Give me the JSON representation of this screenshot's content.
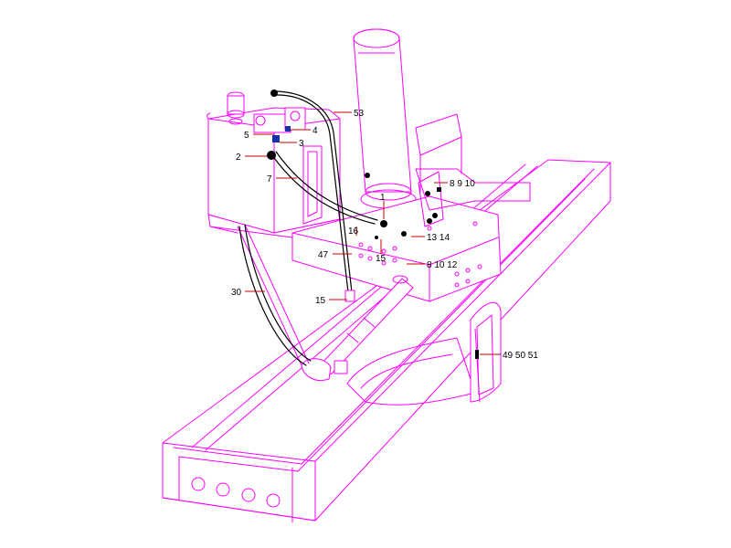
{
  "diagram": {
    "title": "",
    "colors": {
      "frame": "#ff00ff",
      "hose": "#000000",
      "leader": "#cc0000",
      "fitting_blue": "#1a2ea8"
    },
    "callouts": [
      {
        "id": "c53",
        "text": "53"
      },
      {
        "id": "c4",
        "text": "4"
      },
      {
        "id": "c5",
        "text": "5"
      },
      {
        "id": "c3",
        "text": "3"
      },
      {
        "id": "c2",
        "text": "2"
      },
      {
        "id": "c7",
        "text": "7"
      },
      {
        "id": "c8910",
        "text": "8 9 10"
      },
      {
        "id": "c1",
        "text": "1"
      },
      {
        "id": "c16",
        "text": "16"
      },
      {
        "id": "c1314",
        "text": "13 14"
      },
      {
        "id": "c47",
        "text": "47"
      },
      {
        "id": "c15a",
        "text": "15"
      },
      {
        "id": "c81012",
        "text": "8 10 12"
      },
      {
        "id": "c30",
        "text": "30"
      },
      {
        "id": "c15b",
        "text": "15"
      },
      {
        "id": "c495051",
        "text": "49 50 51"
      }
    ]
  }
}
